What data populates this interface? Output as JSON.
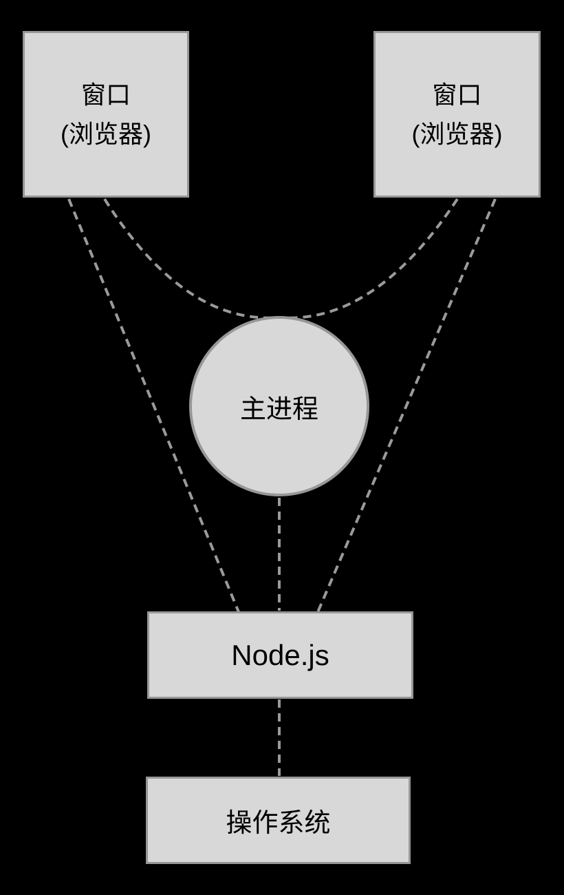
{
  "colors": {
    "bg": "#000000",
    "node_fill": "#d8d8d8",
    "node_border": "#979797",
    "connector": "#9a9a9a",
    "text": "#000000"
  },
  "nodes": {
    "window_left": {
      "line1": "窗口",
      "line2": "(浏览器)"
    },
    "window_right": {
      "line1": "窗口",
      "line2": "(浏览器)"
    },
    "main_process": {
      "label": "主进程"
    },
    "nodejs": {
      "label": "Node.js"
    },
    "os": {
      "label": "操作系统"
    }
  },
  "edges": [
    {
      "from": "window-left",
      "to": "nodejs",
      "style": "dashed-straight"
    },
    {
      "from": "window-left",
      "to": "main-process",
      "style": "dashed-curve"
    },
    {
      "from": "window-right",
      "to": "main-process",
      "style": "dashed-curve"
    },
    {
      "from": "window-right",
      "to": "nodejs",
      "style": "dashed-straight"
    },
    {
      "from": "main-process",
      "to": "nodejs",
      "style": "dashed-straight"
    },
    {
      "from": "nodejs",
      "to": "os",
      "style": "dashed-straight"
    }
  ]
}
